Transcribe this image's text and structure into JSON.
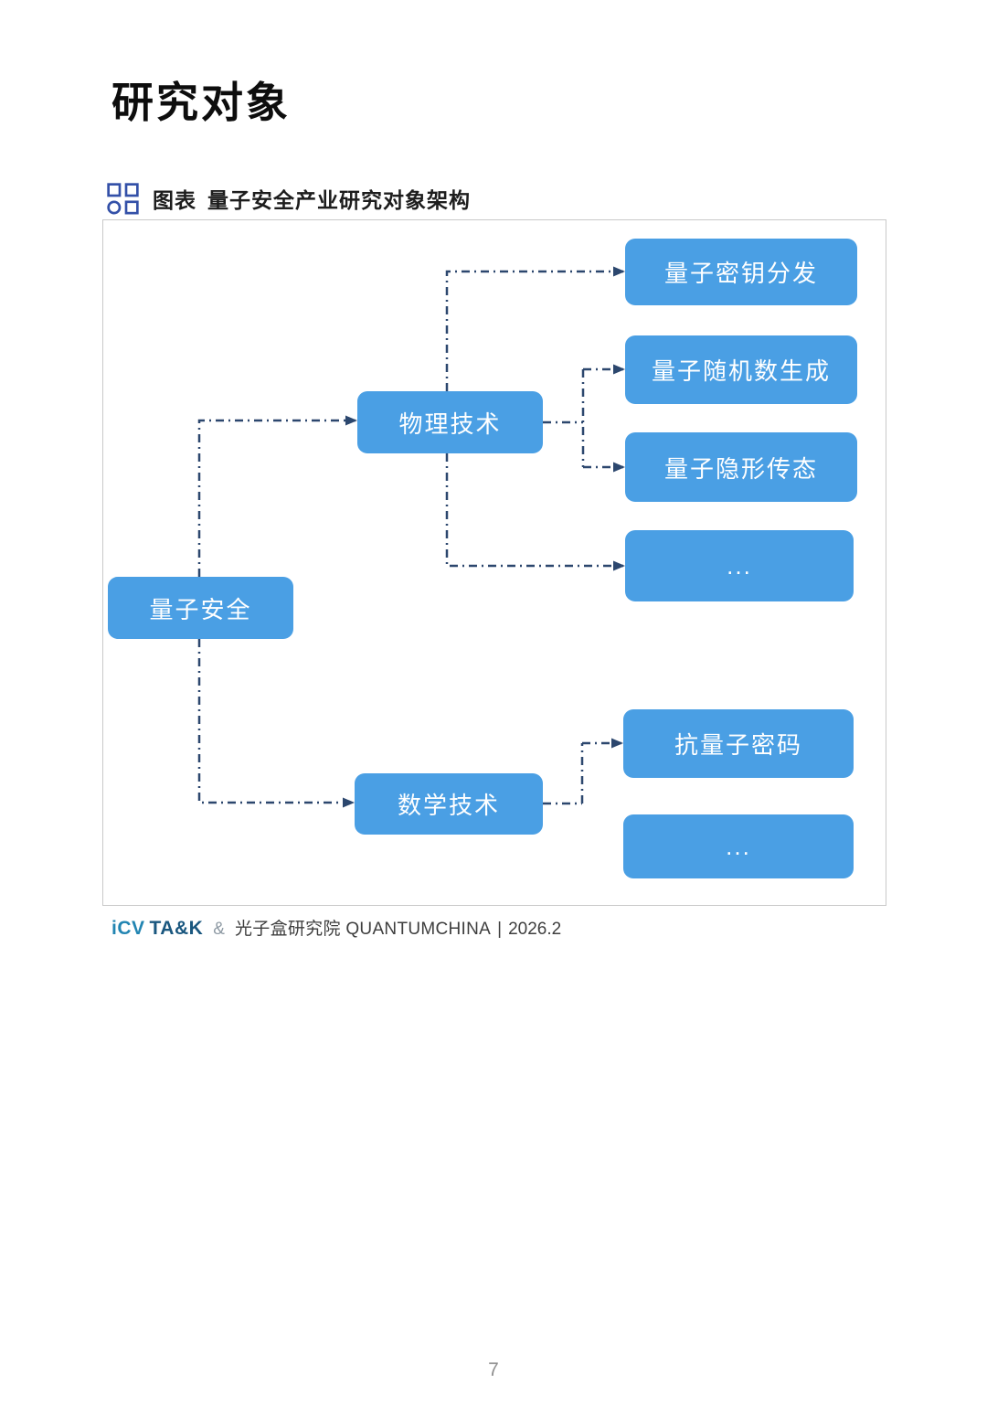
{
  "page": {
    "title": "研究对象",
    "number": "7"
  },
  "chart_header": {
    "prefix": "图表",
    "title": "量子安全产业研究对象架构",
    "icon": "grid-squares-circle-icon"
  },
  "diagram": {
    "type": "flowchart",
    "nodes": {
      "root": "量子安全",
      "physical": "物理技术",
      "math": "数学技术",
      "qkd": "量子密钥分发",
      "qrng": "量子随机数生成",
      "teleportation": "量子隐形传态",
      "physical_more": "...",
      "pqc": "抗量子密码",
      "math_more": "..."
    },
    "edges": [
      {
        "from": "量子安全",
        "to": "物理技术"
      },
      {
        "from": "量子安全",
        "to": "数学技术"
      },
      {
        "from": "物理技术",
        "to": "量子密钥分发"
      },
      {
        "from": "物理技术",
        "to": "量子随机数生成"
      },
      {
        "from": "物理技术",
        "to": "量子隐形传态"
      },
      {
        "from": "物理技术",
        "to": "..."
      },
      {
        "from": "数学技术",
        "to": "抗量子密码"
      }
    ]
  },
  "footer": {
    "logo_icv": "iCV",
    "logo_tak": "TA&K",
    "amp": "&",
    "source": "光子盒研究院 QUANTUMCHINA",
    "separator": "|",
    "date": "2026.2"
  },
  "colors": {
    "node_blue": "#4A9FE4",
    "connector_navy": "#2C476E",
    "icon_blue": "#3350A8",
    "frame_border": "#C9C9C9"
  }
}
